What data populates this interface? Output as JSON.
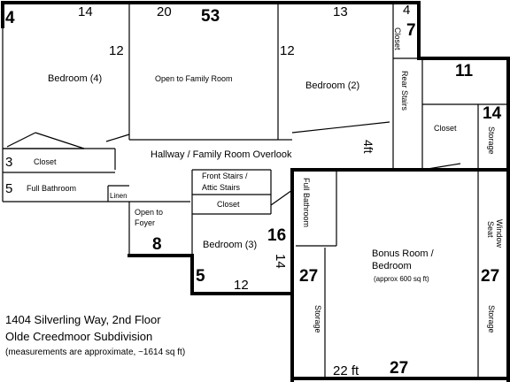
{
  "rooms": {
    "bedroom4": "Bedroom (4)",
    "open_family": "Open to Family Room",
    "bedroom2": "Bedroom (2)",
    "rear_closet": "Closet",
    "rear_stairs": "Rear Stairs",
    "closet_right": "Closet",
    "storage_right": "Storage",
    "hallway": "Hallway / Family Room Overlook",
    "closet_left": "Closet",
    "full_bath_left": "Full Bathroom",
    "linen": "Linen",
    "front_stairs": "Front Stairs /",
    "attic_stairs": "Attic Stairs",
    "closet_mid": "Closet",
    "open_foyer_1": "Open to",
    "open_foyer_2": "Foyer",
    "bedroom3": "Bedroom (3)",
    "full_bath_right": "Full Bathroom",
    "bonus_1": "Bonus Room /",
    "bonus_2": "Bedroom",
    "bonus_3": "(approx 600 sq ft)",
    "window_seat_1": "Window",
    "window_seat_2": "Seat",
    "storage_left": "Storage",
    "storage_bonus_right": "Storage"
  },
  "dimensions": {
    "d4_top": "4",
    "d14_top": "14",
    "d20_top": "20",
    "d53_top": "53",
    "d13_top": "13",
    "d4_top_right": "4",
    "d7_right": "7",
    "d12_left": "12",
    "d12_mid": "12",
    "d11": "11",
    "d14_right": "14",
    "d3": "3",
    "d5": "5",
    "d4ft": "4ft",
    "d16": "16",
    "d14_vert": "14",
    "d8": "8",
    "d5_lower": "5",
    "d12_lower": "12",
    "d27_left": "27",
    "d27_right": "27",
    "d22ft": "22 ft",
    "d27_bottom": "27"
  },
  "caption": {
    "line1": "1404 Silverling Way,  2nd Floor",
    "line2": "Olde Creedmoor Subdivision",
    "line3": "(measurements are approximate, ~1614 sq ft)"
  }
}
